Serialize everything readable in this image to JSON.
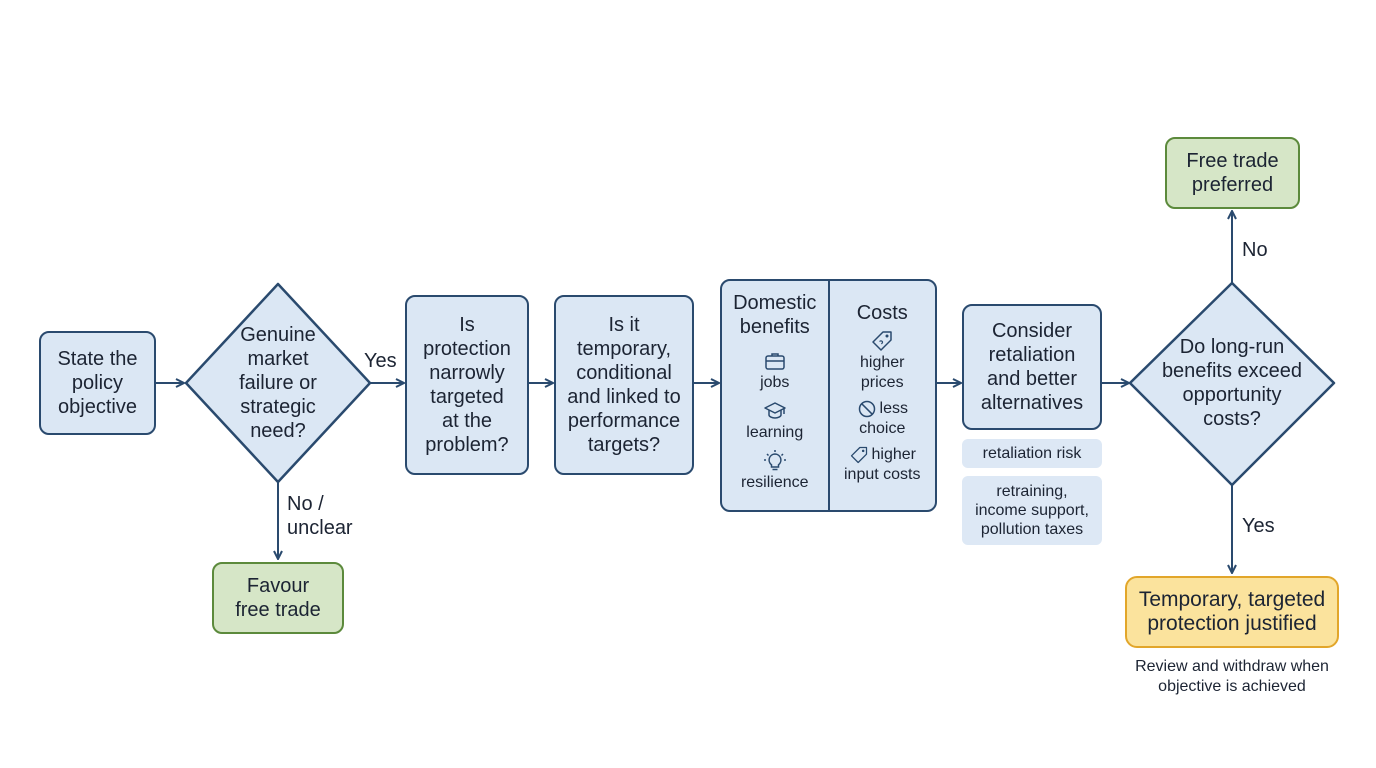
{
  "nodes": {
    "state_objective": {
      "lines": [
        "State the",
        "policy",
        "objective"
      ]
    },
    "market_failure": {
      "lines": [
        "Genuine",
        "market",
        "failure or",
        "strategic",
        "need?"
      ]
    },
    "favour_free_trade": {
      "lines": [
        "Favour",
        "free trade"
      ]
    },
    "narrowly_targeted": {
      "lines": [
        "Is",
        "protection",
        "narrowly",
        "targeted",
        "at the",
        "problem?"
      ]
    },
    "temporary_conditional": {
      "lines": [
        "Is it",
        "temporary,",
        "conditional",
        "and linked to",
        "performance",
        "targets?"
      ]
    },
    "benefits_costs": {
      "benefits": {
        "title_lines": [
          "Domestic",
          "benefits"
        ],
        "items": [
          {
            "icon": "briefcase-icon",
            "label": "jobs"
          },
          {
            "icon": "graduation-cap-icon",
            "label": "learning"
          },
          {
            "icon": "lightbulb-icon",
            "label": "resilience"
          }
        ]
      },
      "costs": {
        "title": "Costs",
        "items": [
          {
            "icon": "price-tag-icon",
            "lines": [
              "higher",
              "prices"
            ]
          },
          {
            "icon": "prohibited-icon",
            "lines": [
              "less",
              "choice"
            ]
          },
          {
            "icon": "price-tag-icon",
            "lines": [
              "higher",
              "input costs"
            ]
          }
        ]
      }
    },
    "consider_retaliation": {
      "lines": [
        "Consider",
        "retaliation",
        "and better",
        "alternatives"
      ]
    },
    "retaliation_risk": {
      "text": "retaliation risk"
    },
    "alternatives_note": {
      "lines": [
        "retraining,",
        "income support,",
        "pollution taxes"
      ]
    },
    "long_run_benefits": {
      "lines": [
        "Do long-run",
        "benefits exceed",
        "opportunity",
        "costs?"
      ]
    },
    "free_trade_preferred": {
      "lines": [
        "Free trade",
        "preferred"
      ]
    },
    "protection_justified": {
      "lines": [
        "Temporary, targeted",
        "protection justified"
      ]
    },
    "review_caption": {
      "lines": [
        "Review and withdraw when",
        "objective is achieved"
      ]
    }
  },
  "edge_labels": {
    "yes_1": "Yes",
    "no_unclear": [
      "No /",
      "unclear"
    ],
    "no_2": "No",
    "yes_2": "Yes"
  },
  "colors": {
    "process_fill": "#dbe7f4",
    "process_stroke": "#2a4a6e",
    "terminal_green_fill": "#d6e6c7",
    "terminal_green_stroke": "#5c8a3c",
    "outcome_yellow_fill": "#fbe39d",
    "outcome_yellow_stroke": "#e2a62a",
    "arrow": "#2a4a6e"
  }
}
